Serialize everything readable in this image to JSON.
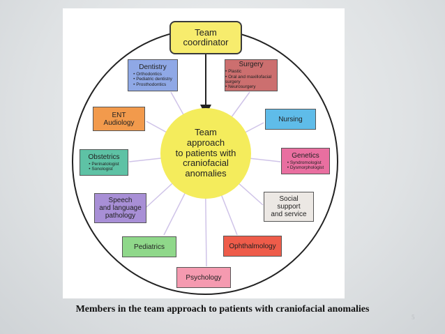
{
  "coordinator": {
    "line1": "Team",
    "line2": "coordinator"
  },
  "hub": {
    "line1": "Team",
    "line2": "approach",
    "line3": "to patients with",
    "line4": "craniofacial",
    "line5": "anomalies"
  },
  "members": {
    "dentistry": {
      "title": "Dentistry",
      "items": [
        "Orthodontics",
        "Pediatric dentistry",
        "Prosthodontics"
      ],
      "color": "#8fa8e6"
    },
    "surgery": {
      "title": "Surgery",
      "items": [
        "Plastic",
        "Oral and maxillofacial surgery",
        "Neurosurgery"
      ],
      "color": "#cc6f6f"
    },
    "ent": {
      "title1": "ENT",
      "title2": "Audiology",
      "color": "#f29a4c"
    },
    "nursing": {
      "title": "Nursing",
      "color": "#5fbce9"
    },
    "obstetrics": {
      "title": "Obstetrics",
      "items": [
        "Perinatologist",
        "Sonologist"
      ],
      "color": "#5ec2a5"
    },
    "genetics": {
      "title": "Genetics",
      "items": [
        "Syndromologist",
        "Dysmorphologist"
      ],
      "color": "#e96fa0"
    },
    "speech": {
      "title1": "Speech",
      "title2": "and language",
      "title3": "pathology",
      "color": "#a88fd6"
    },
    "social": {
      "title1": "Social",
      "title2": "support",
      "title3": "and service",
      "color": "#ece8e4"
    },
    "pediatrics": {
      "title": "Pediatrics",
      "color": "#8fd88a"
    },
    "ophthalmology": {
      "title": "Ophthalmology",
      "color": "#ee5c4a"
    },
    "psychology": {
      "title": "Psychology",
      "color": "#f59ab0"
    }
  },
  "caption": "Members in the team approach to patients with craniofacial anomalies",
  "page_number": "5"
}
